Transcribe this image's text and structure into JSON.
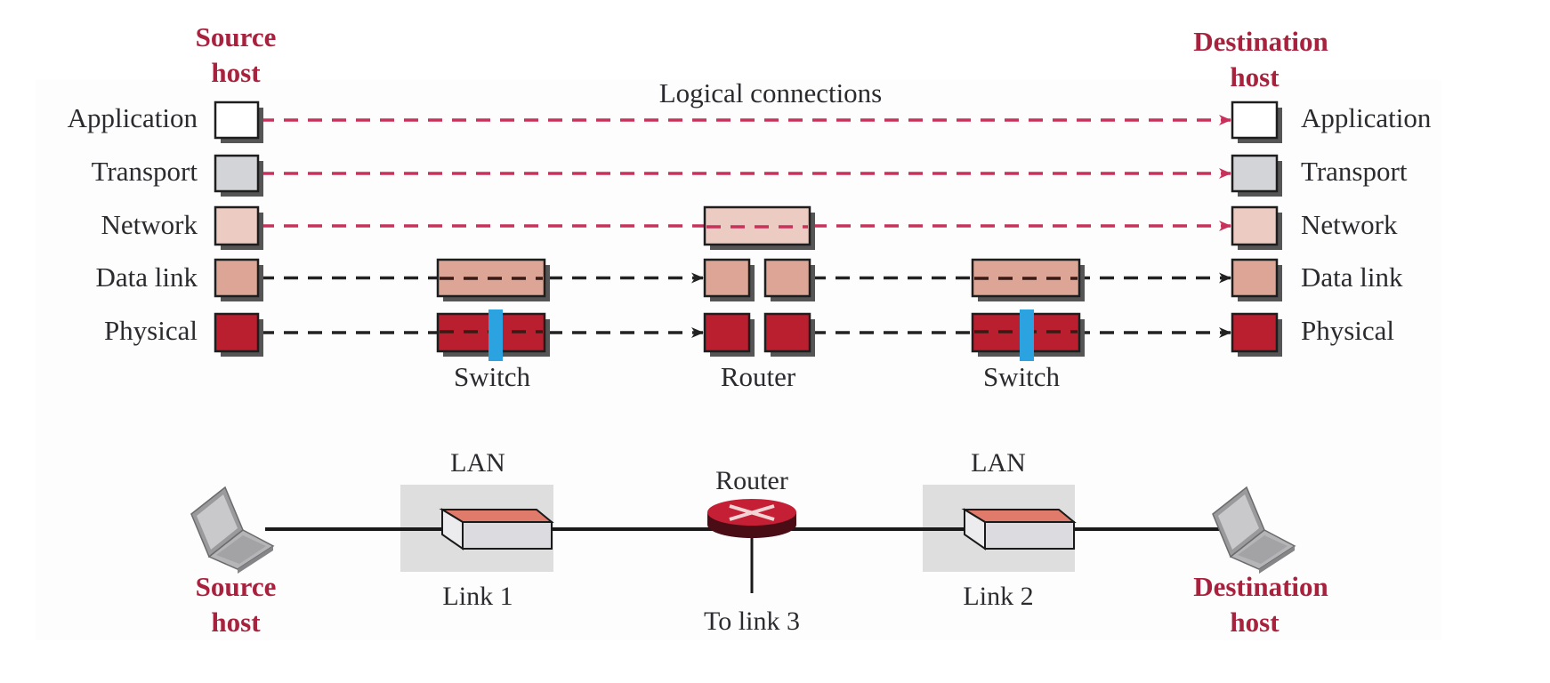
{
  "top_diagram": {
    "source_host": [
      "Source",
      "host"
    ],
    "destination_host": [
      "Destination",
      "host"
    ],
    "logical_connections_label": "Logical connections",
    "layers": [
      {
        "name": "Application",
        "color": "#ffffff",
        "link_type": "logical"
      },
      {
        "name": "Transport",
        "color": "#d3d4d8",
        "link_type": "logical"
      },
      {
        "name": "Network",
        "color": "#ecccc2",
        "link_type": "logical"
      },
      {
        "name": "Data link",
        "color": "#dca596",
        "link_type": "physical"
      },
      {
        "name": "Physical",
        "color": "#b91f2f",
        "link_type": "physical"
      }
    ],
    "devices": [
      {
        "name": "Switch",
        "layers": [
          "Data link",
          "Physical"
        ]
      },
      {
        "name": "Router",
        "layers": [
          "Network",
          "Data link",
          "Physical"
        ]
      },
      {
        "name": "Switch",
        "layers": [
          "Data link",
          "Physical"
        ]
      }
    ],
    "colors": {
      "logical_line": "#c8325a",
      "physical_line": "#222222",
      "switch_port": "#2aa3e0",
      "host_text": "#a8213d"
    }
  },
  "bottom_diagram": {
    "source_host": [
      "Source",
      "host"
    ],
    "destination_host": [
      "Destination",
      "host"
    ],
    "segments": [
      {
        "lan_label": "LAN",
        "link_label": "Link 1"
      },
      {
        "lan_label": "LAN",
        "link_label": "Link 2"
      }
    ],
    "router_label": "Router",
    "router_branch_label": "To link 3",
    "icons": {
      "source": "laptop-icon",
      "switch": "switch-icon",
      "router": "router-icon",
      "destination": "laptop-icon"
    }
  }
}
